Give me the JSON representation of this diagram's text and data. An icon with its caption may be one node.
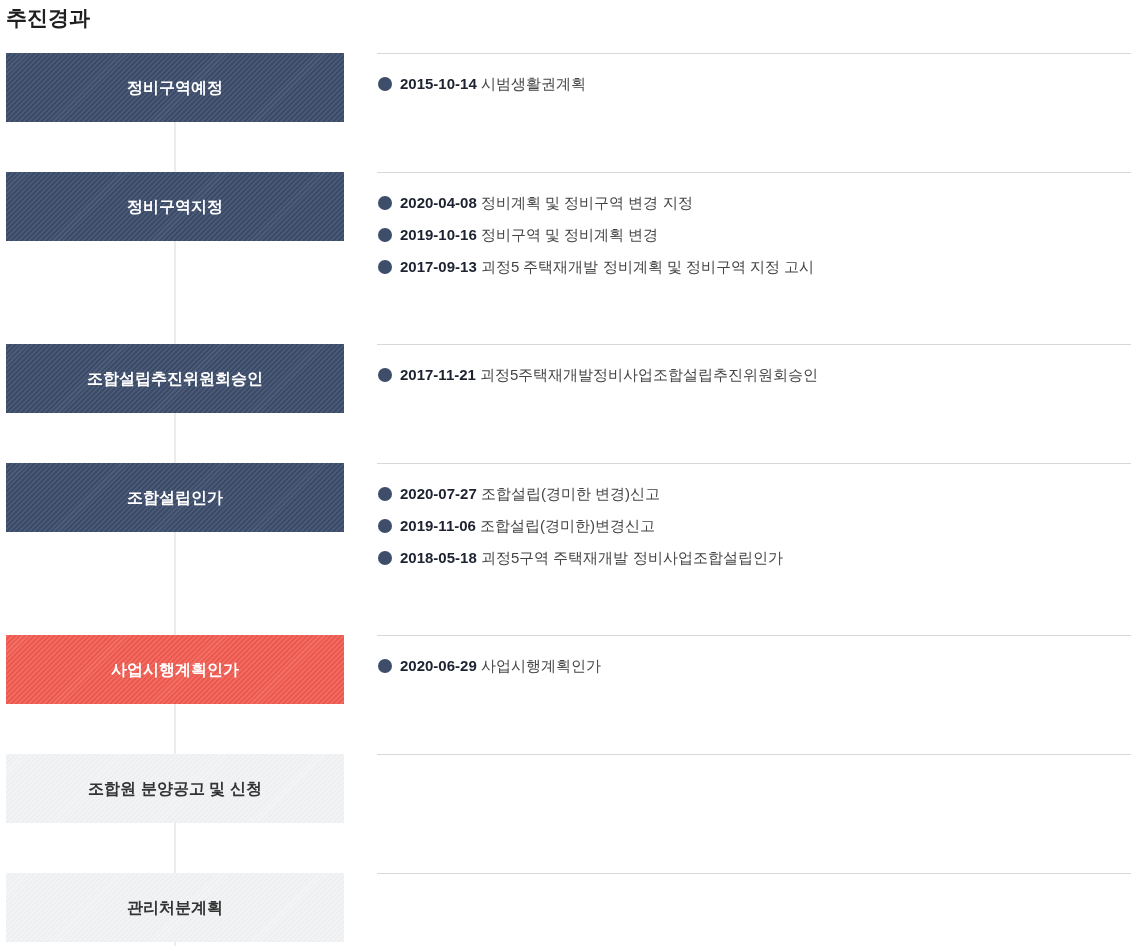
{
  "diagram": {
    "title": "추진경과",
    "nodes": [
      {
        "text": [
          "정비구역예정"
        ],
        "beside": [
          "**2015-10-14** 시범생활권계획"
        ]
      },
      {
        "text": [
          "정비구역지정"
        ],
        "beside": [
          "**2020-04-08** 정비계획 및 정비구역 변경 지정",
          "**2019-10-16** 정비구역 및 정비계획 변경",
          "**2017-09-13** 괴정5 주택재개발 정비계획 및 정비구역 지정 고시"
        ]
      },
      {
        "text": [
          "조합설립추진위원회승인"
        ],
        "beside": [
          "**2017-11-21** 괴정5주택재개발정비사업조합설립추진위원회승인"
        ]
      },
      {
        "text": [
          "조합설립인가"
        ],
        "beside": [
          "**2020-07-27** 조합설립(경미한 변경)신고",
          "**2019-11-06** 조합설립(경미한)변경신고",
          "**2018-05-18** 괴정5구역 주택재개발 정비사업조합설립인가"
        ]
      },
      {
        "text": [
          "사업시행계획인가"
        ],
        "beside": [
          "**2020-06-29** 사업시행계획인가"
        ]
      },
      {
        "text": [
          "조합원 분양공고 및 신청"
        ]
      },
      {
        "text": [
          "관리처분계획"
        ]
      }
    ],
    "edges": [
      {
        "from": 0,
        "to": 1,
        "arrow": "none"
      },
      {
        "from": 1,
        "to": 2,
        "arrow": "none"
      },
      {
        "from": 2,
        "to": 3,
        "arrow": "none"
      },
      {
        "from": 3,
        "to": 4,
        "arrow": "none"
      },
      {
        "from": 4,
        "to": 5,
        "arrow": "none"
      },
      {
        "from": 5,
        "to": 6,
        "arrow": "none"
      },
      {
        "from": 6,
        "to": null,
        "arrow": "none"
      }
    ]
  }
}
